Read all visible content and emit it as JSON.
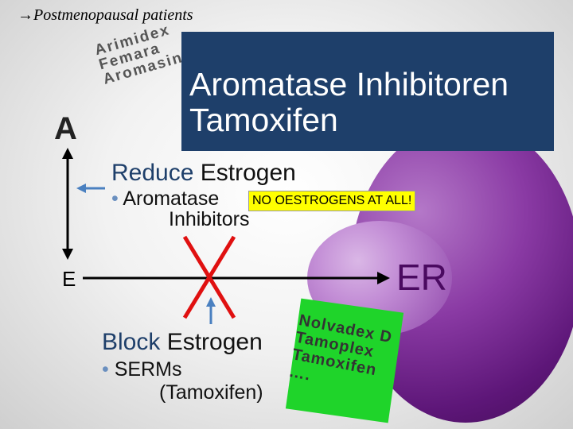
{
  "header": {
    "arrow": "→",
    "title": "Postmenopausal patients"
  },
  "drugs": {
    "line1": "Arimidex",
    "line2": "Femara",
    "line3": "Aromasin"
  },
  "title_box": {
    "line1": "Aromatase Inhibitoren",
    "line2": "Tamoxifen",
    "color": "#1e3f6a"
  },
  "labels": {
    "a": "A",
    "e": "E",
    "er": "ER"
  },
  "reduce": {
    "heading_word": "Reduce",
    "heading_rest": " Estrogen",
    "bullet_dot": "•",
    "bullet_text": " Aromatase",
    "bullet_text2": "Inhibitors",
    "note": "NO OESTROGENS AT ALL!"
  },
  "block": {
    "heading_word": "Block",
    "heading_rest": " Estrogen",
    "bullet_dot": "•",
    "bullet_text": " SERMs",
    "bullet_text2": "(Tamoxifen)"
  },
  "green_note": {
    "line1": "Nolvadex D",
    "line2": "Tamoplex",
    "line3": "Tamoxifen",
    "line4": "…."
  },
  "colors": {
    "arrow_blue": "#4a80c0",
    "cross_red": "#e01010",
    "highlight": "#ffff00",
    "green": "#1fd42a"
  }
}
